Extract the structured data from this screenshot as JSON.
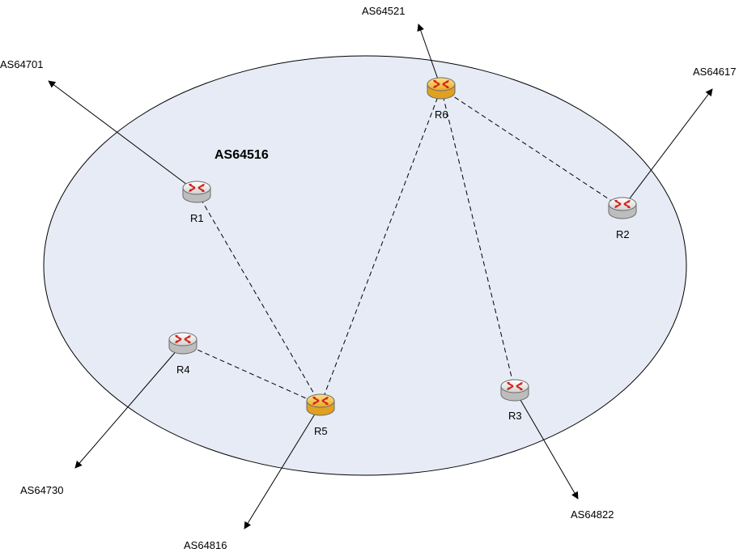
{
  "diagram": {
    "as_label": "AS64516",
    "colors": {
      "ellipse_fill": "#e6ebf5",
      "ellipse_stroke": "#000000",
      "router_standard": "#f2f2f2",
      "router_highlight": "#f5c342",
      "arrow_color": "#d4221a"
    },
    "routers": [
      {
        "id": "R1",
        "label": "R1",
        "style": "standard",
        "icon": "router-icon"
      },
      {
        "id": "R2",
        "label": "R2",
        "style": "standard",
        "icon": "router-icon"
      },
      {
        "id": "R3",
        "label": "R3",
        "style": "standard",
        "icon": "router-icon"
      },
      {
        "id": "R4",
        "label": "R4",
        "style": "standard",
        "icon": "router-icon"
      },
      {
        "id": "R5",
        "label": "R5",
        "style": "highlight",
        "icon": "router-icon"
      },
      {
        "id": "R6",
        "label": "R6",
        "style": "highlight",
        "icon": "router-icon"
      }
    ],
    "ibgp_links": [
      {
        "from": "R1",
        "to": "R5"
      },
      {
        "from": "R4",
        "to": "R5"
      },
      {
        "from": "R5",
        "to": "R6"
      },
      {
        "from": "R6",
        "to": "R2"
      },
      {
        "from": "R6",
        "to": "R3"
      }
    ],
    "ebgp_peers": [
      {
        "router": "R1",
        "label": "AS64701"
      },
      {
        "router": "R6",
        "label": "AS64521"
      },
      {
        "router": "R2",
        "label": "AS64617"
      },
      {
        "router": "R4",
        "label": "AS64730"
      },
      {
        "router": "R5",
        "label": "AS64816"
      },
      {
        "router": "R3",
        "label": "AS64822"
      }
    ]
  }
}
